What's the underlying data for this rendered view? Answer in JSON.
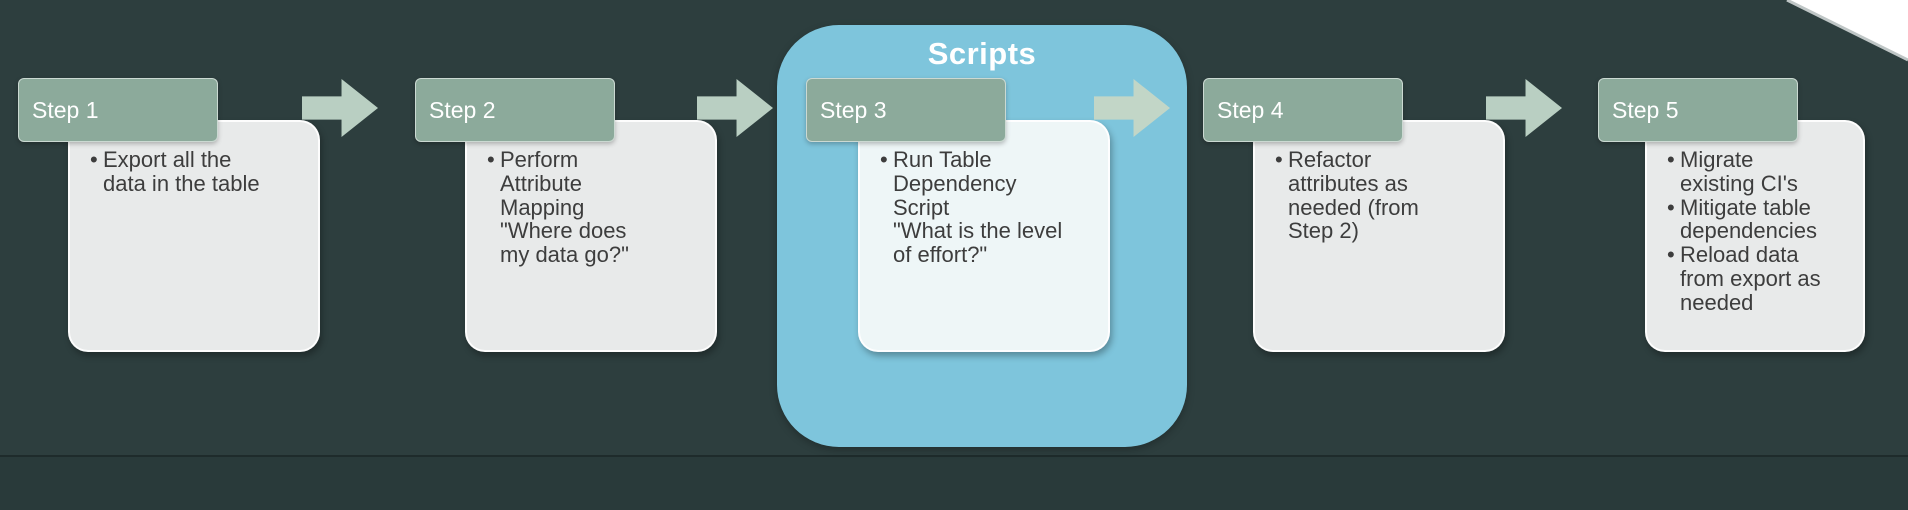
{
  "colors": {
    "background": "#2d3e3e",
    "bottom_strip": "#293a3a",
    "header_fill": "#8caa9b",
    "body_fill": "#e8eaea",
    "body_fill_highlight": "#eef6f7",
    "group_fill": "#7ec5dc",
    "arrow_fill": "#b9cfc2",
    "arrow_fill_light": "#c2d6c7",
    "text_dark": "#3d3d3d"
  },
  "group": {
    "label": "Scripts"
  },
  "steps": [
    {
      "header": "Step 1",
      "bullets": [
        "Export all the data in the table"
      ]
    },
    {
      "header": "Step 2",
      "bullets": [
        "Perform Attribute Mapping\n\"Where does my data go?\""
      ]
    },
    {
      "header": "Step 3",
      "bullets": [
        "Run Table Dependency Script\n\"What is the level of effort?\""
      ]
    },
    {
      "header": "Step 4",
      "bullets": [
        "Refactor attributes as needed (from Step 2)"
      ]
    },
    {
      "header": "Step 5",
      "bullets": [
        "Migrate existing CI's",
        "Mitigate table dependencies",
        "Reload data from export as needed"
      ]
    }
  ]
}
